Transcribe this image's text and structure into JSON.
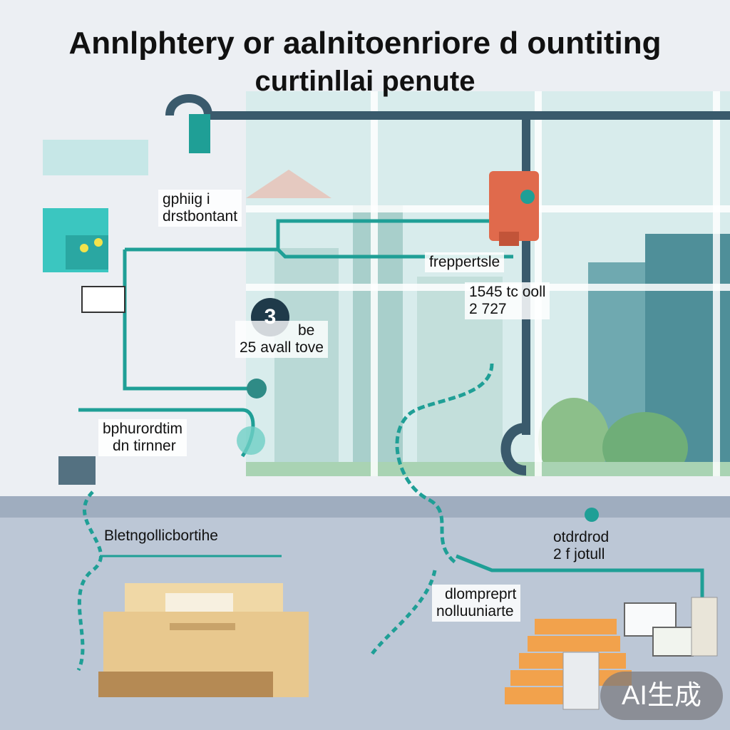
{
  "title": {
    "line1": "Annlphtery or aalnitoenriore d ountiting",
    "line2": "curtinllai penute"
  },
  "labels": {
    "top_left": [
      "gphiig i",
      "drstbontant"
    ],
    "mid_right": "freppertsle",
    "right_values": [
      "1545 tc ooll",
      "2 727"
    ],
    "center_tag": [
      "be",
      "25 avall tove"
    ],
    "left_mid": [
      "bphurordtim",
      "dn tirnner"
    ],
    "bottom_left": "Bletngollicbortihe",
    "bottom_right": [
      "otdrdrod",
      "2 f jotull"
    ],
    "bottom_center": [
      "dlompreprt",
      "nolluuniarte"
    ]
  },
  "step_number": "3",
  "badge": "AI生成",
  "colors": {
    "pipe": "#1f9f96",
    "dark_pipe": "#3a5a6c",
    "device_teal": "#3bc6c0",
    "device_orange": "#e06a4c",
    "box": "#e8c88e",
    "stack": "#f2a24c"
  }
}
